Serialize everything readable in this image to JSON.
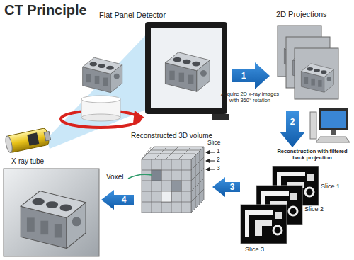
{
  "diagram": {
    "title": "CT Principle",
    "labels": [
      "Flat Panel Detector",
      "X-ray tube",
      "1",
      "Acquire 2D x-ray images with 360° rotation",
      "2D Projections",
      "2",
      "Reconstruction with filtered back projection",
      "Reconstructed 3D volume",
      "Slice",
      "1",
      "2",
      "3",
      "Voxel",
      "3",
      "4",
      "Slice 1",
      "Slice 2",
      "Slice 3"
    ]
  }
}
